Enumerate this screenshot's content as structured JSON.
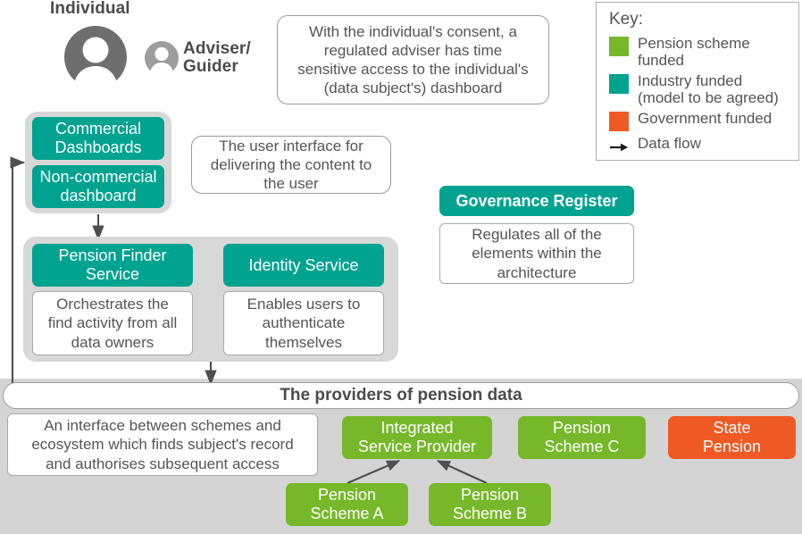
{
  "colors": {
    "teal": "#00a38f",
    "green": "#76b82a",
    "orange": "#ef5a24",
    "panel_gray": "#d8d8d8",
    "stage_gray": "#d4d4d4",
    "text_gray": "#555555"
  },
  "people": {
    "individual_label": "Individual",
    "adviser_label": "Adviser/\nGuider"
  },
  "callouts": {
    "consent": "With the individual's consent, a\nregulated adviser has time\nsensitive access to the individual's\n(data subject's) dashboard",
    "user_interface": "The user interface for\ndelivering the content to\nthe user",
    "orchestrates": "Orchestrates the\nfind activity from all\ndata owners",
    "authenticate": "Enables users to\nauthenticate\nthemselves",
    "regulates": "Regulates all of the\nelements within the\narchitecture",
    "interface_between": "An interface between schemes and\necosystem which finds subject's record\nand authorises subsequent access"
  },
  "nodes": {
    "commercial_dashboards": "Commercial\nDashboards",
    "non_commercial_dashboard": "Non-commercial\ndashboard",
    "pension_finder_service": "Pension Finder\nService",
    "identity_service": "Identity Service",
    "governance_register": "Governance Register",
    "integrated_service_provider": "Integrated\nService Provider",
    "pension_scheme_a": "Pension\nScheme A",
    "pension_scheme_b": "Pension\nScheme B",
    "pension_scheme_c": "Pension\nScheme C",
    "state_pension": "State\nPension"
  },
  "providers_bar": {
    "title": "The providers of pension data"
  },
  "key": {
    "title": "Key:",
    "items": [
      {
        "swatch": "green",
        "label": "Pension scheme\nfunded"
      },
      {
        "swatch": "teal",
        "label": "Industry funded\n(model to be agreed)"
      },
      {
        "swatch": "orange",
        "label": "Government funded"
      },
      {
        "swatch": "arrow",
        "label": "Data flow"
      }
    ]
  }
}
